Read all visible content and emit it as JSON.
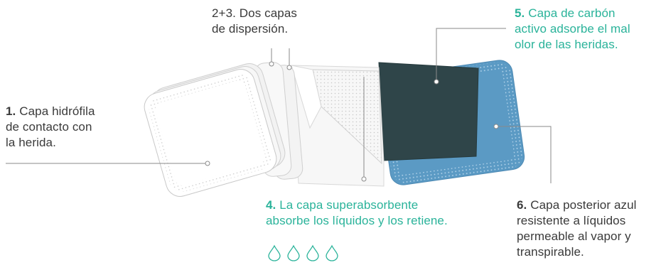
{
  "labels": {
    "hydrophilic": {
      "num": "1.",
      "lines": [
        "Capa hidrófila",
        "de contacto con",
        "la herida."
      ]
    },
    "dispersion": {
      "num": "",
      "lines": [
        "2+3. Dos capas",
        "de dispersión."
      ]
    },
    "superabsorbent": {
      "num": "4.",
      "lines": [
        "La capa superabsorbente",
        "absorbe los líquidos y los retiene."
      ]
    },
    "carbon": {
      "num": "5.",
      "lines": [
        "Capa de carbón",
        "activo adsorbe el mal",
        "olor de las heridas."
      ]
    },
    "backing": {
      "num": "6.",
      "lines": [
        "Capa posterior azul",
        "resistente a líquidos",
        "permeable al vapor y",
        "transpirable."
      ]
    }
  },
  "colors": {
    "accent_teal": "#2ab39a",
    "carbon_layer": "#2f4549",
    "backing_layer": "#5b9ac4",
    "text": "#3a3a3a",
    "leader_line": "#8a8a8a"
  },
  "icons": {
    "drops": [
      "drop-icon",
      "drop-icon",
      "drop-icon",
      "drop-icon"
    ]
  }
}
